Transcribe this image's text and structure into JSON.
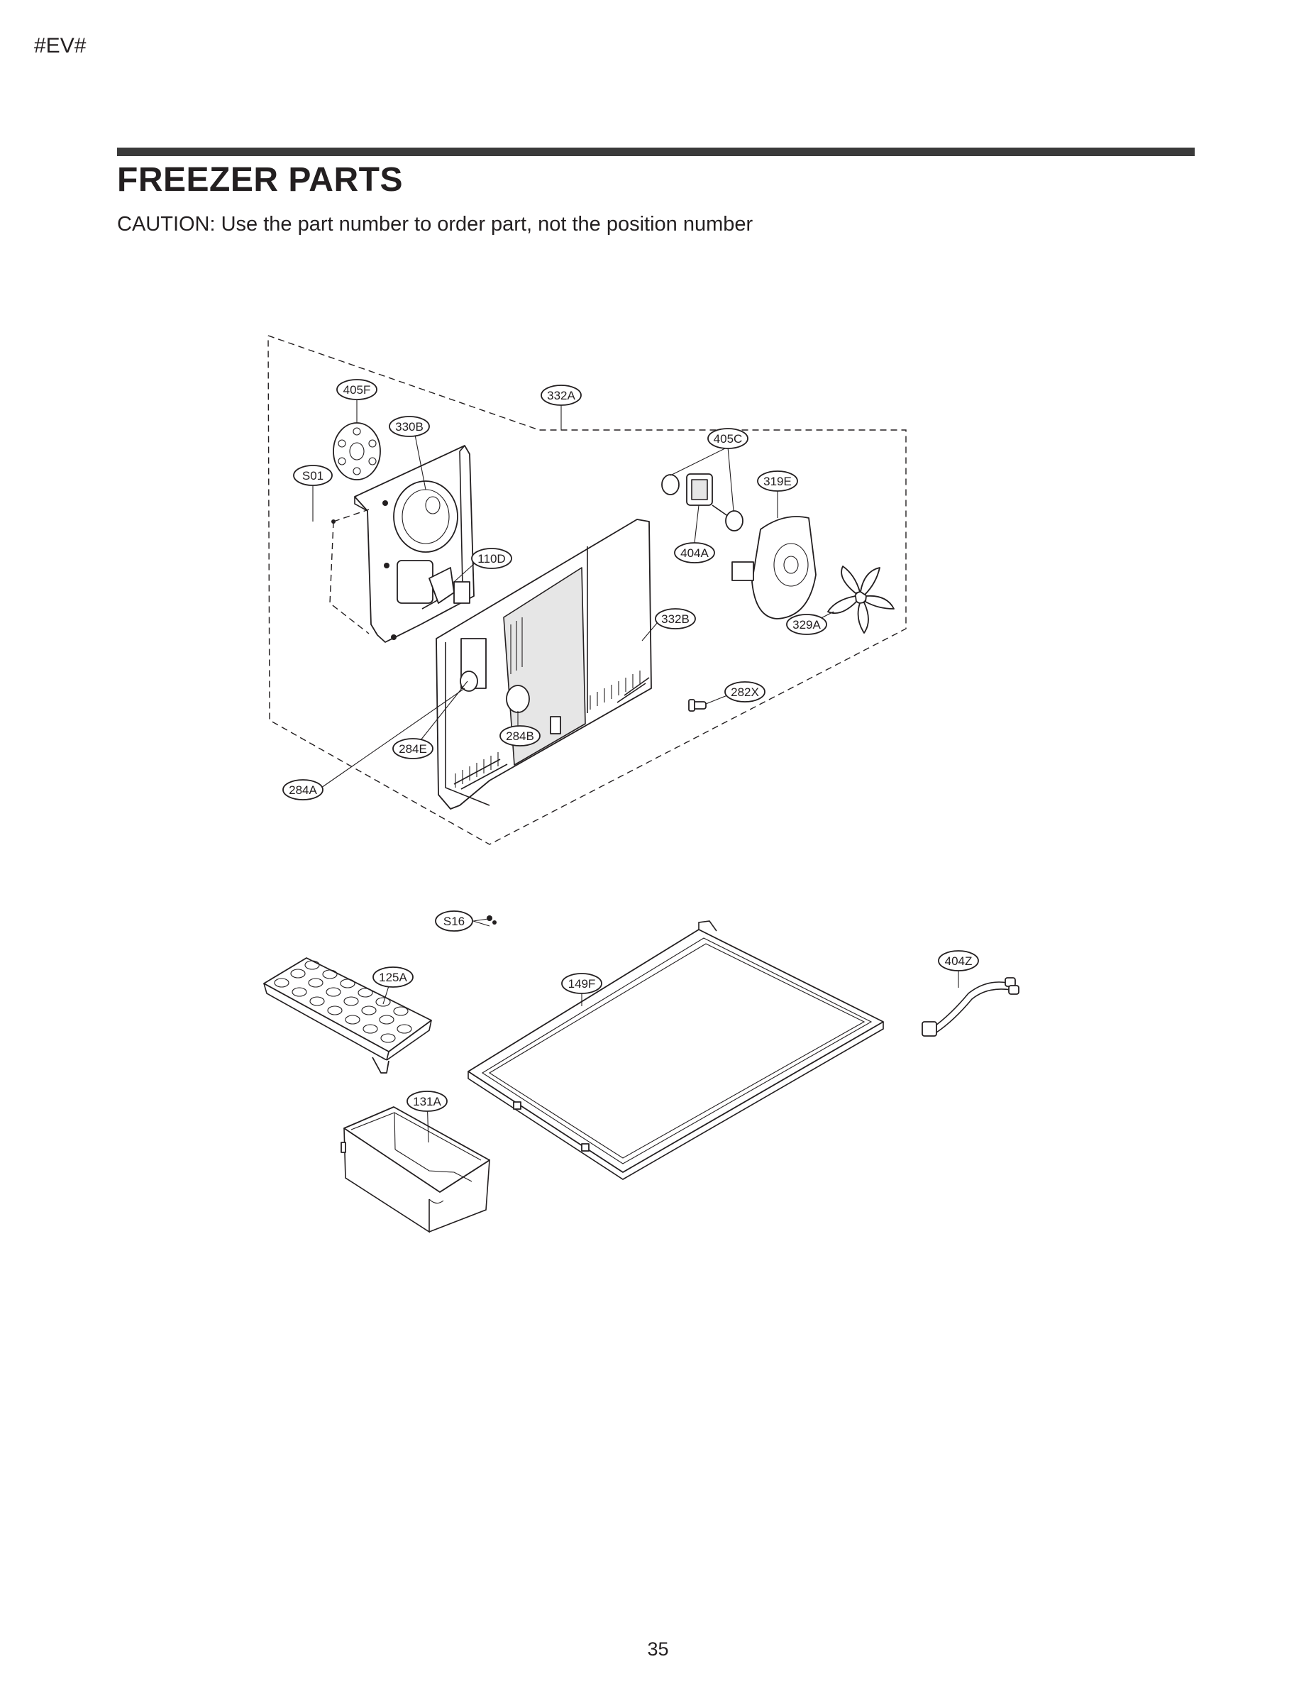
{
  "header": {
    "doc_code": "#EV#",
    "title": "FREEZER PARTS",
    "caution": "CAUTION: Use the part number to order part, not the position number"
  },
  "diagram": {
    "callouts": [
      {
        "id": "405F",
        "label": "405F"
      },
      {
        "id": "332A",
        "label": "332A"
      },
      {
        "id": "330B",
        "label": "330B"
      },
      {
        "id": "405C",
        "label": "405C"
      },
      {
        "id": "S01",
        "label": "S01"
      },
      {
        "id": "319E",
        "label": "319E"
      },
      {
        "id": "404A",
        "label": "404A"
      },
      {
        "id": "110D",
        "label": "110D"
      },
      {
        "id": "332B",
        "label": "332B"
      },
      {
        "id": "329A",
        "label": "329A"
      },
      {
        "id": "282X",
        "label": "282X"
      },
      {
        "id": "284E",
        "label": "284E"
      },
      {
        "id": "284B",
        "label": "284B"
      },
      {
        "id": "284A",
        "label": "284A"
      },
      {
        "id": "S16",
        "label": "S16"
      },
      {
        "id": "404Z",
        "label": "404Z"
      },
      {
        "id": "125A",
        "label": "125A"
      },
      {
        "id": "149F",
        "label": "149F"
      },
      {
        "id": "131A",
        "label": "131A"
      }
    ]
  },
  "footer": {
    "page_number": "35"
  }
}
